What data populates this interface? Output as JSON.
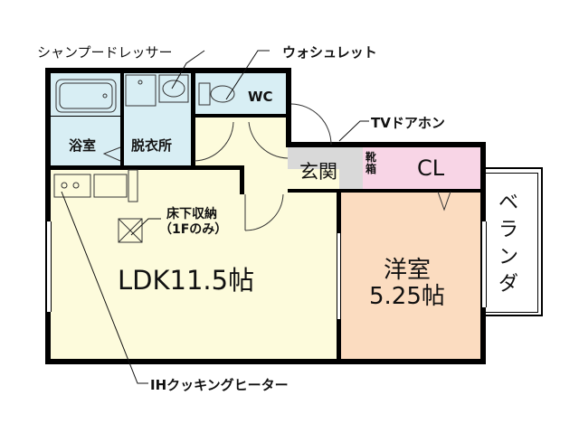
{
  "floor_plan": {
    "rooms": {
      "bath": {
        "label": "浴室",
        "color": "#d8eef4"
      },
      "dressing": {
        "label": "脱衣所",
        "color": "#d8eef4"
      },
      "wc": {
        "label": "WC",
        "color": "#d8eef4"
      },
      "hall": {
        "label": "",
        "color": "#fdfbdc"
      },
      "entrance": {
        "label": "玄関",
        "color": "#d9d9d9"
      },
      "shoe_box": {
        "label": "靴箱",
        "color": "#f8d5e6"
      },
      "closet": {
        "label": "CL",
        "color": "#f8d5e6"
      },
      "ldk": {
        "label": "LDK11.5帖",
        "color": "#fdfbdc"
      },
      "western": {
        "label_line1": "洋室",
        "label_line2": "5.25帖",
        "color": "#fbdcc0"
      },
      "veranda": {
        "label": "ベランダ",
        "color": "#ffffff"
      }
    },
    "annotations": {
      "shampoo_dresser": "シャンプードレッサー",
      "washlet": "ウォシュレット",
      "tv_intercom": "TVドアホン",
      "underfloor_storage_line1": "床下収納",
      "underfloor_storage_line2": "（1Fのみ）",
      "ih_heater": "IHクッキングヒーター"
    },
    "wall_color": "#000000"
  }
}
